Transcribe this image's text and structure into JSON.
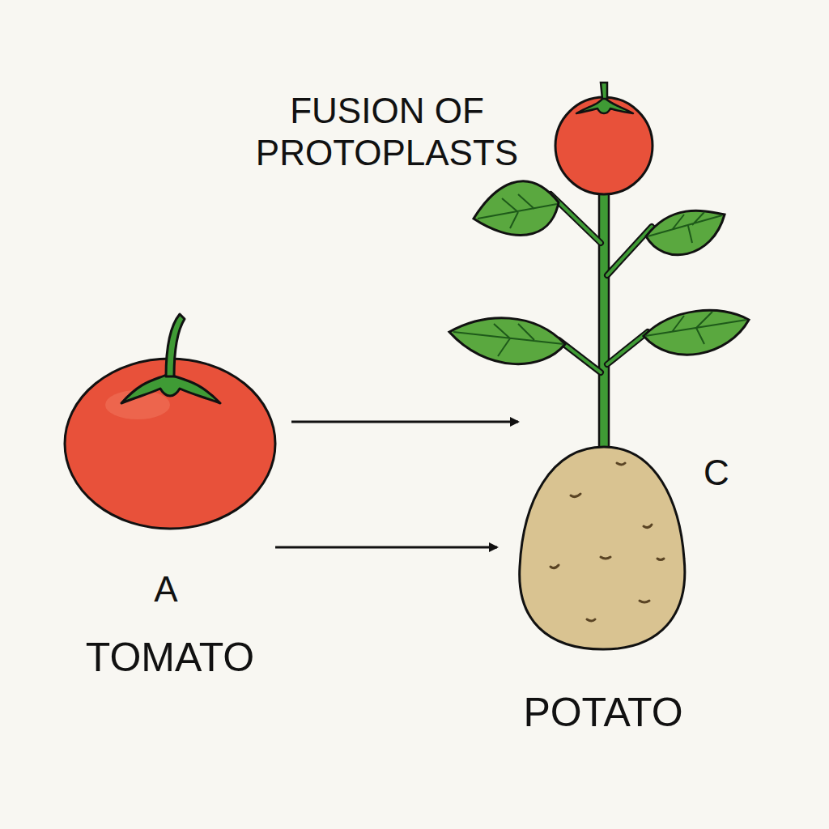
{
  "diagram": {
    "title": "FUSION OF PROTOPLASTS",
    "labels": [
      "C",
      "A",
      "TOMATO",
      "POTATO"
    ]
  }
}
